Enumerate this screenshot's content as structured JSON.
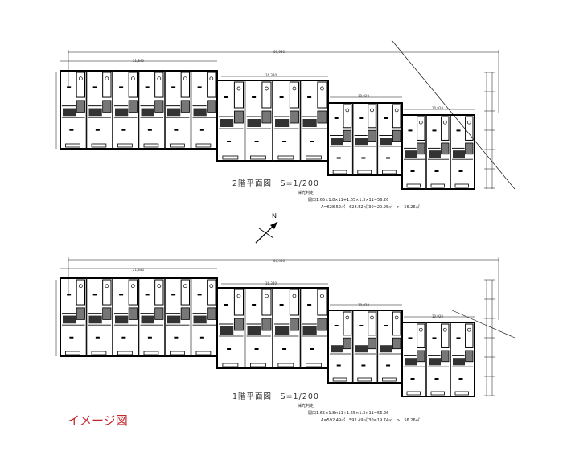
{
  "upper_plan": {
    "title": "2階平面図　S=1/200",
    "daylight_heading": "採光判定",
    "opening_calc": "開口1.65×1.8×11+1.65×1.3×11=56.26",
    "area_calc": "A=628.52㎡　628.52㎡/30=20.95㎡　>　56.26㎡",
    "dims": {
      "total": "60,980",
      "b1": "21,840",
      "b2": "16,380",
      "b3": "10,920",
      "b4": "10,920"
    }
  },
  "lower_plan": {
    "title": "1階平面図　S=1/200",
    "daylight_heading": "採光判定",
    "opening_calc": "開口1.65×1.8×11+1.65×1.3×11=56.26",
    "area_calc": "A=592.49㎡　592.49㎡/30=19.74㎡　>　56.26㎡",
    "dims": {
      "total": "60,980",
      "b1": "21,840",
      "b2": "16,380",
      "b3": "10,920",
      "b4": "10,920"
    }
  },
  "north_label": "N",
  "image_note": "イメージ図"
}
